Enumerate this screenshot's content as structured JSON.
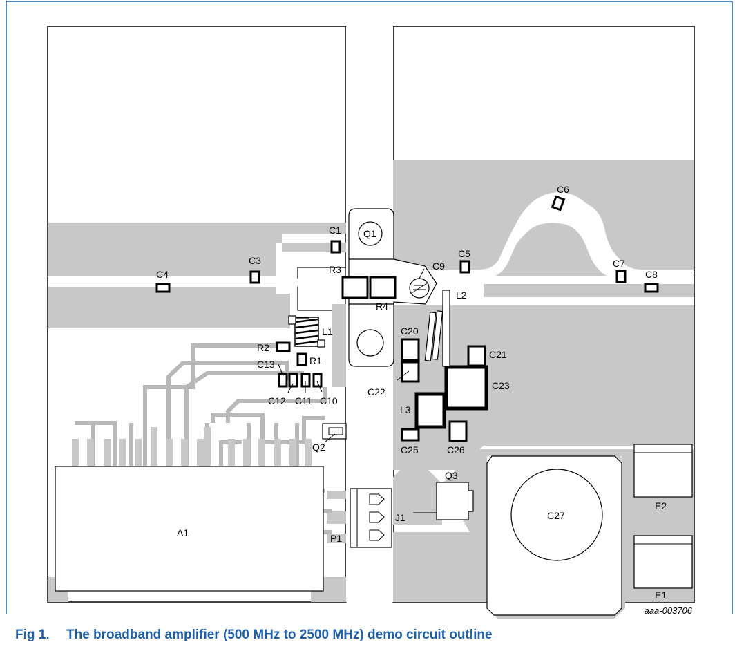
{
  "caption": {
    "number": "Fig 1.",
    "title": "The broadband amplifier (500 MHz to 2500 MHz) demo circuit outline"
  },
  "figure_code": "aaa-003706",
  "labels": {
    "C1": "C1",
    "C3": "C3",
    "C4": "C4",
    "C5": "C5",
    "C6": "C6",
    "C7": "C7",
    "C8": "C8",
    "C9": "C9",
    "C10": "C10",
    "C11": "C11",
    "C12": "C12",
    "C13": "C13",
    "C20": "C20",
    "C21": "C21",
    "C22": "C22",
    "C23": "C23",
    "C25": "C25",
    "C26": "C26",
    "C27": "C27",
    "R1": "R1",
    "R2": "R2",
    "R3": "R3",
    "R4": "R4",
    "L1": "L1",
    "L2": "L2",
    "L3": "L3",
    "Q1": "Q1",
    "Q2": "Q2",
    "Q3": "Q3",
    "J1": "J1",
    "P1": "P1",
    "A1": "A1",
    "E1": "E1",
    "E2": "E2"
  },
  "colors": {
    "board_fill": "#c8c8c8",
    "outline": "#000000",
    "frame": "#1f5fa8",
    "caption": "#1f5fa8"
  }
}
